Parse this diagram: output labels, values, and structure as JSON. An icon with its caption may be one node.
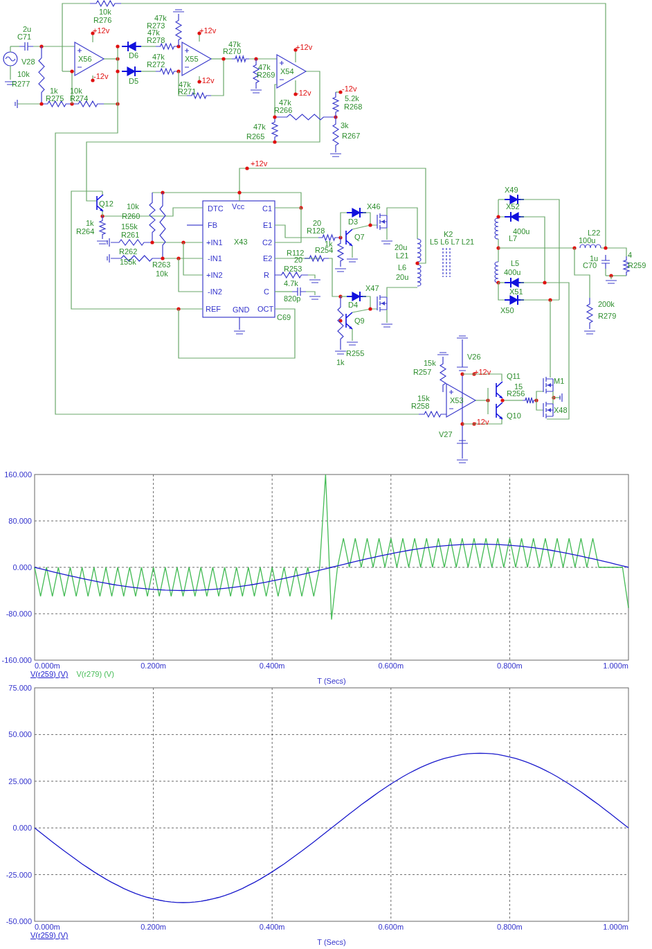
{
  "diagram": {
    "labels": [
      "10k",
      "R276",
      "2u",
      "C71",
      "+12v",
      "47k",
      "R273",
      "47k",
      "R278",
      "+12v",
      "V28",
      "X56",
      "D6",
      "47k",
      "R272",
      "X55",
      "47k",
      "R270",
      "+12v",
      "47k",
      "R269",
      "X54",
      "10k",
      "R277",
      "-12v",
      "D5",
      "-12v",
      "47k",
      "R271",
      "1k",
      "R275",
      "10k",
      "R274",
      "-12v",
      "-12v",
      "5.2k",
      "R268",
      "47k",
      "R266",
      "47k",
      "R265",
      "3k",
      "R267",
      "+12v",
      "X49",
      "X46",
      "Q12",
      "10k",
      "R260",
      "DTC",
      "Vcc",
      "C1",
      "X52",
      "1k",
      "R264",
      "155k",
      "R261",
      "FB",
      "E1",
      "D3",
      "20",
      "R128",
      "400u",
      "L7",
      "L22",
      "100u",
      "K2",
      "L5 L6 L7 L21",
      "Q7",
      "X43",
      "+IN1",
      "C2",
      "1k",
      "R254",
      "20u",
      "L21",
      "R262",
      "155k",
      "R263",
      "10k",
      "-IN1",
      "E2",
      "R112",
      "20",
      "4",
      "R259",
      "1u",
      "C70",
      "L5",
      "400u",
      "L6",
      "20u",
      "+IN2",
      "R",
      "R253",
      "4.7k",
      "-IN2",
      "C",
      "820p",
      "X51",
      "X47",
      "D4",
      "REF",
      "GND",
      "OCT",
      "C69",
      "200k",
      "R279",
      "X50",
      "Q9",
      "R255",
      "1k",
      "V26",
      "15k",
      "R257",
      "+12v",
      "Q11",
      "15",
      "R256",
      "M1",
      "X53",
      "15k",
      "R258",
      "X48",
      "Q10",
      "-12v",
      "V27"
    ],
    "chart_data": [
      {
        "type": "line",
        "xlabel": "T (Secs)",
        "xlim": [
          0,
          1
        ],
        "ylim": [
          -160,
          160
        ],
        "grid": true,
        "xticks": [
          {
            "value": 0,
            "label": "0.000m"
          },
          {
            "value": 0.2,
            "label": "0.200m"
          },
          {
            "value": 0.4,
            "label": "0.400m"
          },
          {
            "value": 0.6,
            "label": "0.600m"
          },
          {
            "value": 0.8,
            "label": "0.800m"
          },
          {
            "value": 1,
            "label": "1.000m"
          }
        ],
        "yticks": [
          {
            "value": 160,
            "label": "160.000"
          },
          {
            "value": 80,
            "label": "80.000"
          },
          {
            "value": 0,
            "label": "0.000"
          },
          {
            "value": -80,
            "label": "-80.000"
          },
          {
            "value": -160,
            "label": "-160.000"
          }
        ],
        "x": [
          0,
          0.01,
          0.02,
          0.03,
          0.04,
          0.05,
          0.06,
          0.07,
          0.08,
          0.09,
          0.1,
          0.11,
          0.12,
          0.13,
          0.14,
          0.15,
          0.16,
          0.17,
          0.18,
          0.19,
          0.2,
          0.21,
          0.22,
          0.23,
          0.24,
          0.25,
          0.26,
          0.27,
          0.28,
          0.29,
          0.3,
          0.31,
          0.32,
          0.33,
          0.34,
          0.35,
          0.36,
          0.37,
          0.38,
          0.39,
          0.4,
          0.41,
          0.42,
          0.43,
          0.44,
          0.45,
          0.46,
          0.47,
          0.48,
          0.49,
          0.5,
          0.51,
          0.52,
          0.53,
          0.54,
          0.55,
          0.56,
          0.57,
          0.58,
          0.59,
          0.6,
          0.61,
          0.62,
          0.63,
          0.64,
          0.65,
          0.66,
          0.67,
          0.68,
          0.69,
          0.7,
          0.71,
          0.72,
          0.73,
          0.74,
          0.75,
          0.76,
          0.77,
          0.78,
          0.79,
          0.8,
          0.81,
          0.82,
          0.83,
          0.84,
          0.85,
          0.86,
          0.87,
          0.88,
          0.89,
          0.9,
          0.91,
          0.92,
          0.93,
          0.94,
          0.95,
          0.96,
          0.97,
          0.98,
          0.99,
          1
        ],
        "series": [
          {
            "name": "V(r279) (V)",
            "color": "#44bb55",
            "values": [
              0,
              -50,
              0,
              -50,
              0,
              -50,
              0,
              -50,
              0,
              -50,
              0,
              -50,
              0,
              -50,
              0,
              -50,
              0,
              -50,
              0,
              -50,
              0,
              -50,
              0,
              -50,
              0,
              -50,
              0,
              -50,
              0,
              -50,
              0,
              -50,
              0,
              -50,
              0,
              -50,
              0,
              -50,
              0,
              -50,
              0,
              -50,
              0,
              -50,
              0,
              -50,
              0,
              -50,
              0,
              160,
              -90,
              0,
              50,
              0,
              50,
              0,
              50,
              0,
              50,
              0,
              50,
              0,
              50,
              0,
              50,
              0,
              50,
              0,
              50,
              0,
              50,
              0,
              50,
              0,
              50,
              0,
              50,
              0,
              50,
              0,
              50,
              0,
              50,
              0,
              50,
              0,
              50,
              0,
              50,
              0,
              50,
              0,
              50,
              0,
              50,
              0,
              0,
              0,
              0,
              0,
              -70
            ]
          },
          {
            "name": "V(r259) (V)",
            "color": "#1a1acc",
            "values": [
              0,
              -2.5,
              -5.0,
              -7.5,
              -9.9,
              -12.4,
              -14.7,
              -17.0,
              -19.3,
              -21.4,
              -23.5,
              -25.5,
              -27.4,
              -29.2,
              -30.8,
              -32.4,
              -33.8,
              -35.1,
              -36.2,
              -37.2,
              -38.0,
              -38.7,
              -39.3,
              -39.7,
              -39.9,
              -40,
              -39.9,
              -39.7,
              -39.3,
              -38.7,
              -38.0,
              -37.2,
              -36.2,
              -35.1,
              -33.8,
              -32.4,
              -30.8,
              -29.2,
              -27.4,
              -25.5,
              -23.5,
              -21.4,
              -19.3,
              -17.0,
              -14.7,
              -12.4,
              -9.9,
              -7.5,
              -5.0,
              -2.5,
              0,
              2.5,
              5.0,
              7.5,
              9.9,
              12.4,
              14.7,
              17.0,
              19.3,
              21.4,
              23.5,
              25.5,
              27.4,
              29.2,
              30.8,
              32.4,
              33.8,
              35.1,
              36.2,
              37.2,
              38.0,
              38.7,
              39.3,
              39.7,
              39.9,
              40,
              39.9,
              39.7,
              39.3,
              38.7,
              38.0,
              37.2,
              36.2,
              35.1,
              33.8,
              32.4,
              30.8,
              29.2,
              27.4,
              25.5,
              23.5,
              21.4,
              19.3,
              17.0,
              14.7,
              12.4,
              9.9,
              7.5,
              5.0,
              2.5,
              0
            ]
          }
        ]
      },
      {
        "type": "line",
        "xlabel": "T (Secs)",
        "xlim": [
          0,
          1
        ],
        "ylim": [
          -50,
          75
        ],
        "grid": true,
        "xticks": [
          {
            "value": 0,
            "label": "0.000m"
          },
          {
            "value": 0.2,
            "label": "0.200m"
          },
          {
            "value": 0.4,
            "label": "0.400m"
          },
          {
            "value": 0.6,
            "label": "0.600m"
          },
          {
            "value": 0.8,
            "label": "0.800m"
          },
          {
            "value": 1,
            "label": "1.000m"
          }
        ],
        "yticks": [
          {
            "value": 75,
            "label": "75.000"
          },
          {
            "value": 50,
            "label": "50.000"
          },
          {
            "value": 25,
            "label": "25.000"
          },
          {
            "value": 0,
            "label": "0.000"
          },
          {
            "value": -25,
            "label": "-25.000"
          },
          {
            "value": -50,
            "label": "-50.000"
          }
        ],
        "x": [
          0,
          0.01,
          0.02,
          0.03,
          0.04,
          0.05,
          0.06,
          0.07,
          0.08,
          0.09,
          0.1,
          0.11,
          0.12,
          0.13,
          0.14,
          0.15,
          0.16,
          0.17,
          0.18,
          0.19,
          0.2,
          0.21,
          0.22,
          0.23,
          0.24,
          0.25,
          0.26,
          0.27,
          0.28,
          0.29,
          0.3,
          0.31,
          0.32,
          0.33,
          0.34,
          0.35,
          0.36,
          0.37,
          0.38,
          0.39,
          0.4,
          0.41,
          0.42,
          0.43,
          0.44,
          0.45,
          0.46,
          0.47,
          0.48,
          0.49,
          0.5,
          0.51,
          0.52,
          0.53,
          0.54,
          0.55,
          0.56,
          0.57,
          0.58,
          0.59,
          0.6,
          0.61,
          0.62,
          0.63,
          0.64,
          0.65,
          0.66,
          0.67,
          0.68,
          0.69,
          0.7,
          0.71,
          0.72,
          0.73,
          0.74,
          0.75,
          0.76,
          0.77,
          0.78,
          0.79,
          0.8,
          0.81,
          0.82,
          0.83,
          0.84,
          0.85,
          0.86,
          0.87,
          0.88,
          0.89,
          0.9,
          0.91,
          0.92,
          0.93,
          0.94,
          0.95,
          0.96,
          0.97,
          0.98,
          0.99,
          1
        ],
        "series": [
          {
            "name": "V(r259) (V)",
            "color": "#1a1acc",
            "values": [
              0,
              -2.5,
              -5.0,
              -7.5,
              -9.9,
              -12.4,
              -14.7,
              -17.0,
              -19.3,
              -21.4,
              -23.5,
              -25.5,
              -27.4,
              -29.2,
              -30.8,
              -32.4,
              -33.8,
              -35.1,
              -36.2,
              -37.2,
              -38.0,
              -38.7,
              -39.3,
              -39.7,
              -39.9,
              -40,
              -39.9,
              -39.7,
              -39.3,
              -38.7,
              -38.0,
              -37.2,
              -36.2,
              -35.1,
              -33.8,
              -32.4,
              -30.8,
              -29.2,
              -27.4,
              -25.5,
              -23.5,
              -21.4,
              -19.3,
              -17.0,
              -14.7,
              -12.4,
              -9.9,
              -7.5,
              -5.0,
              -2.5,
              0,
              2.5,
              5.0,
              7.5,
              9.9,
              12.4,
              14.7,
              17.0,
              19.3,
              21.4,
              23.5,
              25.5,
              27.4,
              29.2,
              30.8,
              32.4,
              33.8,
              35.1,
              36.2,
              37.2,
              38.0,
              38.7,
              39.3,
              39.7,
              39.9,
              40,
              39.9,
              39.7,
              39.3,
              38.7,
              38.0,
              37.2,
              36.2,
              35.1,
              33.8,
              32.4,
              30.8,
              29.2,
              27.4,
              25.5,
              23.5,
              21.4,
              19.3,
              17.0,
              14.7,
              12.4,
              9.9,
              7.5,
              5.0,
              2.5,
              0
            ]
          }
        ]
      }
    ]
  }
}
